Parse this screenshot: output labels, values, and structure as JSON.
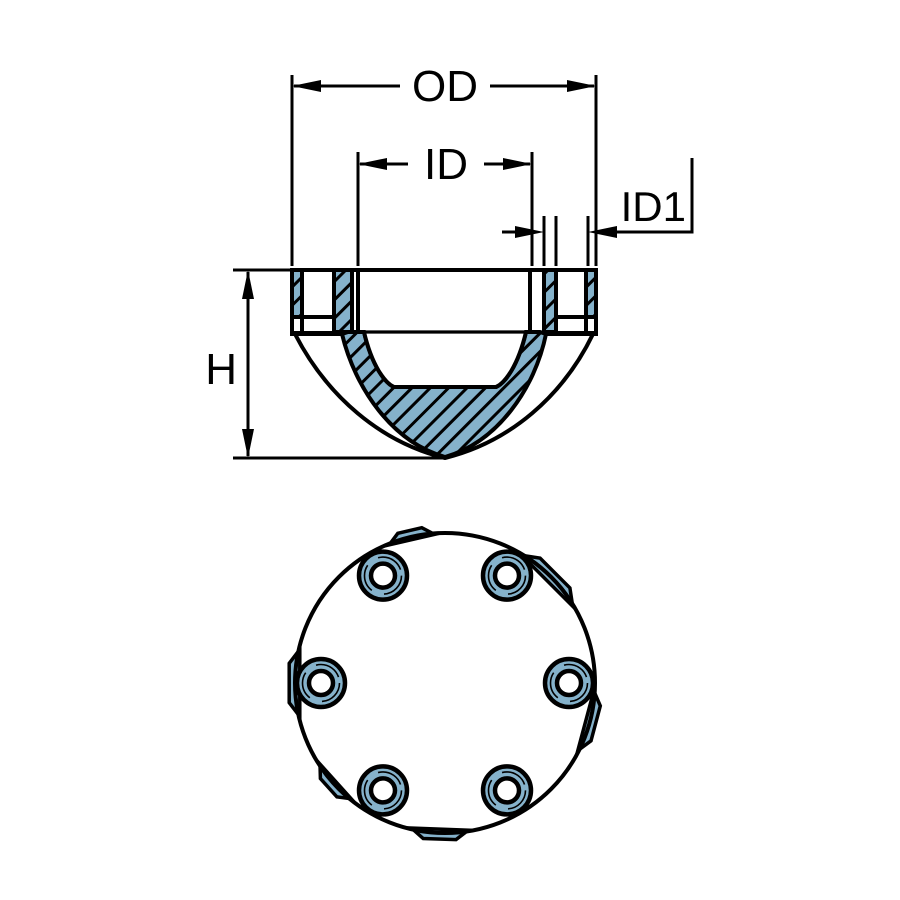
{
  "drawing": {
    "type": "2-view technical drawing of dome-shaped hex-bolt anode",
    "dimensions": {
      "od_label": "OD",
      "id_label": "ID",
      "id1_label": "ID1",
      "h_label": "H"
    },
    "plan_view": {
      "bolt_hole_count": 6
    }
  },
  "colors": {
    "part_fill": "#85B2CB",
    "outline": "#000000",
    "background": "#FFFFFF"
  }
}
